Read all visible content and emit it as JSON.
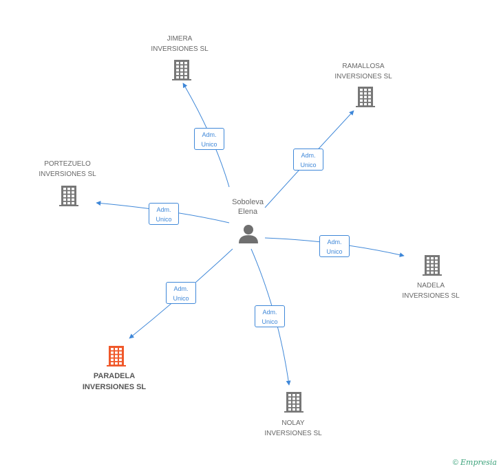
{
  "center": {
    "name_line1": "Soboleva",
    "name_line2": "Elena"
  },
  "nodes": [
    {
      "id": "jimera",
      "line1": "JIMERA",
      "line2": "INVERSIONES SL",
      "color": "#777777"
    },
    {
      "id": "ramallosa",
      "line1": "RAMALLOSA",
      "line2": "INVERSIONES SL",
      "color": "#777777"
    },
    {
      "id": "portezuelo",
      "line1": "PORTEZUELO",
      "line2": "INVERSIONES SL",
      "color": "#777777"
    },
    {
      "id": "nadela",
      "line1": "NADELA",
      "line2": "INVERSIONES SL",
      "color": "#777777"
    },
    {
      "id": "paradela",
      "line1": "PARADELA",
      "line2": "INVERSIONES SL",
      "color": "#f0582a"
    },
    {
      "id": "nolay",
      "line1": "NOLAY",
      "line2": "INVERSIONES SL",
      "color": "#777777"
    }
  ],
  "edges": [
    {
      "to": "jimera",
      "line1": "Adm.",
      "line2": "Unico"
    },
    {
      "to": "ramallosa",
      "line1": "Adm.",
      "line2": "Unico"
    },
    {
      "to": "portezuelo",
      "line1": "Adm.",
      "line2": "Unico"
    },
    {
      "to": "nadela",
      "line1": "Adm.",
      "line2": "Unico"
    },
    {
      "to": "paradela",
      "line1": "Adm.",
      "line2": "Unico"
    },
    {
      "to": "nolay",
      "line1": "Adm.",
      "line2": "Unico"
    }
  ],
  "credit": {
    "copyright": "©",
    "brand": "Empresia"
  },
  "edge_color": "#3e87d8"
}
